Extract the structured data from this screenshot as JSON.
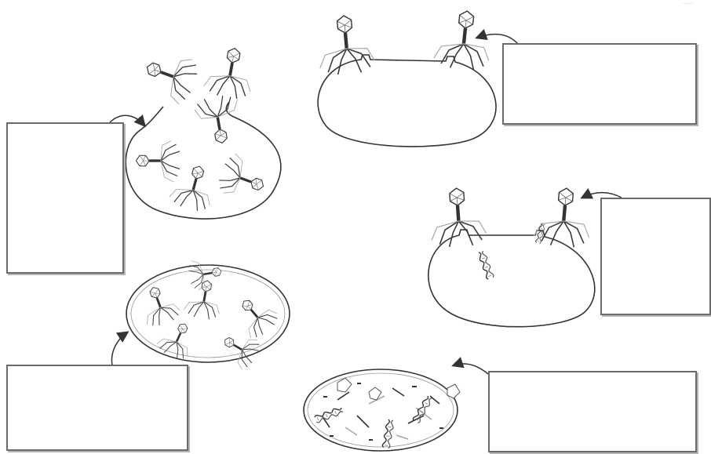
{
  "diagram": {
    "kind": "bacteriophage lytic cycle worksheet",
    "stages": [
      {
        "id": "attachment",
        "label": ""
      },
      {
        "id": "injection",
        "label": ""
      },
      {
        "id": "synthesis",
        "label": ""
      },
      {
        "id": "assembly",
        "label": ""
      },
      {
        "id": "lysis-release",
        "label": ""
      }
    ],
    "colors": {
      "line": "#3a3a3a",
      "faint": "#a8a8a8",
      "box_border": "#6a6a6a"
    },
    "icons": [
      "bacteriophage-icon",
      "bacterial-cell-icon",
      "dna-helix-icon",
      "curved-arrow-icon"
    ]
  }
}
